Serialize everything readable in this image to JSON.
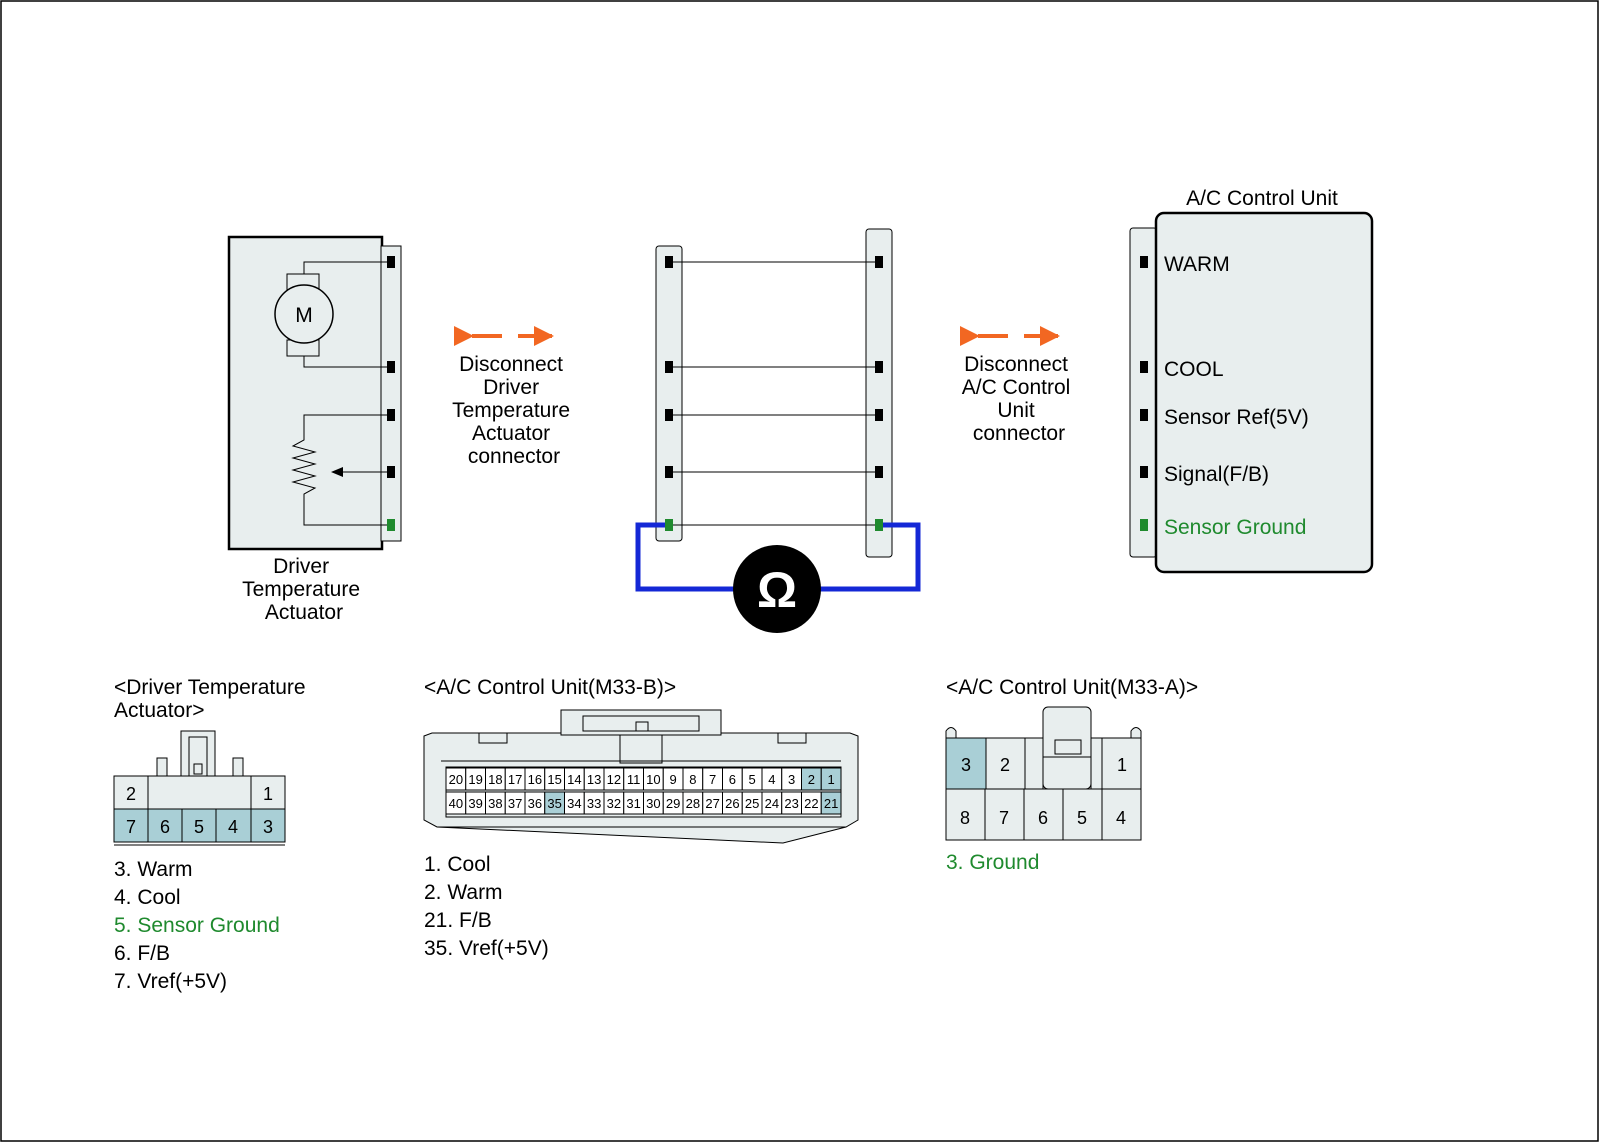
{
  "colors": {
    "connector_fill": "#e8eeee",
    "highlight_pin": "#a9cfd6",
    "arrow": "#f26722",
    "meter_wire": "#1428d6",
    "ground_green": "#1f8a2e"
  },
  "actuator": {
    "motor_label": "M",
    "caption_lines": [
      "Driver",
      "Temperature",
      "Actuator"
    ]
  },
  "disconnect_left_lines": [
    "Disconnect",
    "Driver",
    "Temperature",
    "Actuator",
    "connector"
  ],
  "disconnect_right_lines": [
    "Disconnect",
    "A/C Control",
    "Unit",
    "connector"
  ],
  "meter_symbol": "Ω",
  "control_unit": {
    "title": "A/C Control Unit",
    "terminals": [
      "WARM",
      "COOL",
      "Sensor Ref(5V)",
      "Signal(F/B)",
      "Sensor Ground"
    ]
  },
  "connector_actuator": {
    "title_lines": [
      "<Driver Temperature",
      "Actuator>"
    ],
    "top_pins": [
      "2",
      "1"
    ],
    "bottom_pins": [
      "7",
      "6",
      "5",
      "4",
      "3"
    ],
    "legend": [
      "3. Warm",
      "4. Cool",
      "5. Sensor Ground",
      "6. F/B",
      "7. Vref(+5V)"
    ]
  },
  "connector_m33b": {
    "title": "<A/C Control Unit(M33-B)>",
    "top_row": [
      "20",
      "19",
      "18",
      "17",
      "16",
      "15",
      "14",
      "13",
      "12",
      "11",
      "10",
      "9",
      "8",
      "7",
      "6",
      "5",
      "4",
      "3",
      "2",
      "1"
    ],
    "bottom_row": [
      "40",
      "39",
      "38",
      "37",
      "36",
      "35",
      "34",
      "33",
      "32",
      "31",
      "30",
      "29",
      "28",
      "27",
      "26",
      "25",
      "24",
      "23",
      "22",
      "21"
    ],
    "legend": [
      "1. Cool",
      "2. Warm",
      "21. F/B",
      "35. Vref(+5V)"
    ]
  },
  "connector_m33a": {
    "title": "<A/C Control Unit(M33-A)>",
    "top_pins": [
      "3",
      "2",
      "1"
    ],
    "bottom_pins": [
      "8",
      "7",
      "6",
      "5",
      "4"
    ],
    "legend": [
      "3. Ground"
    ]
  }
}
